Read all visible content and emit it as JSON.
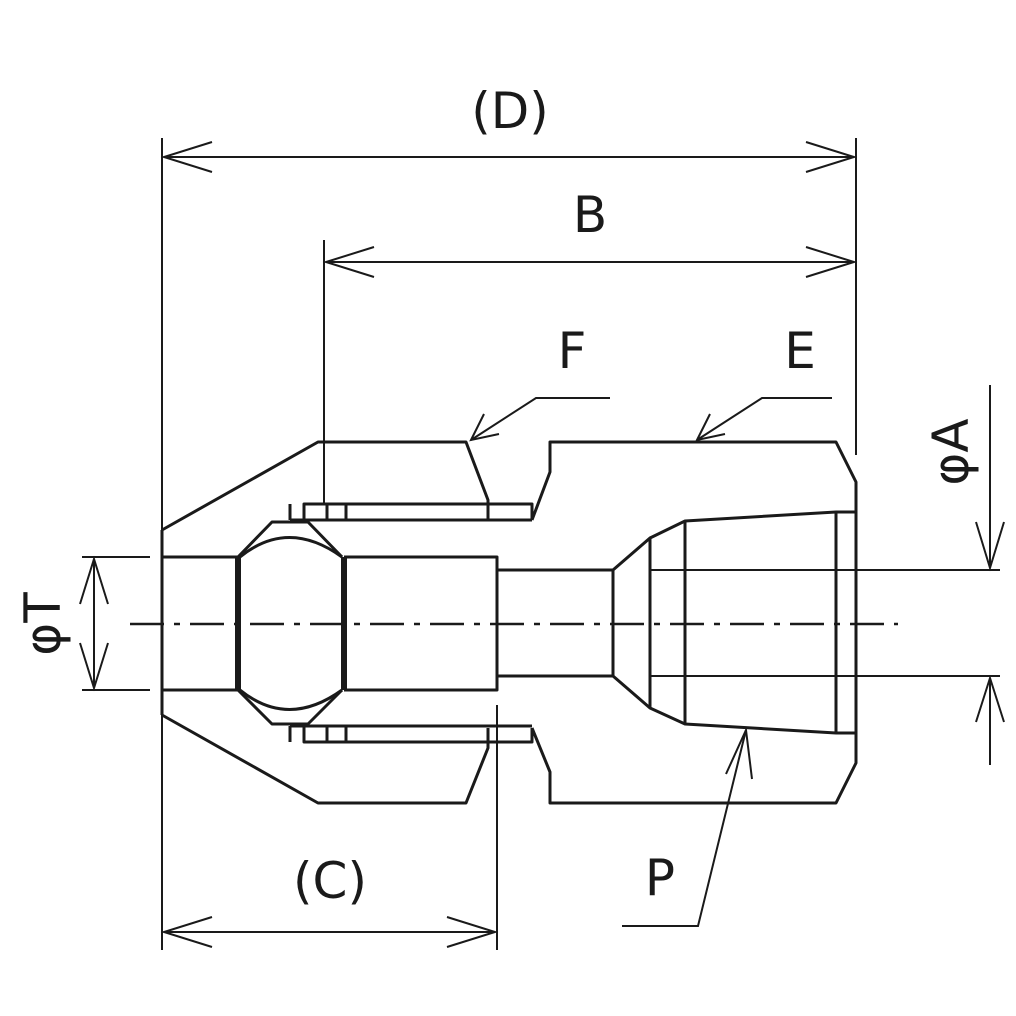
{
  "labels": {
    "d": "(D)",
    "b": "B",
    "f": "F",
    "e": "E",
    "phi_a": "φA",
    "phi_t": "φT",
    "c": "(C)",
    "p": "P"
  }
}
